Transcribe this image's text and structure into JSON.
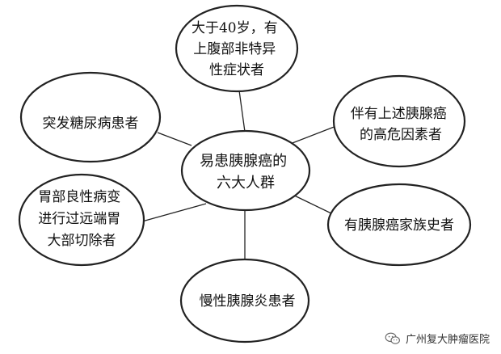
{
  "diagram": {
    "center": {
      "lines": [
        "易患胰腺癌的",
        "六大人群"
      ]
    },
    "nodes": {
      "age_over_40": {
        "lines": [
          "大于40岁，有",
          "上腹部非特异",
          "性症状者"
        ]
      },
      "sudden_diabetes": {
        "lines": [
          "突发糖尿病患者"
        ]
      },
      "high_risk_factors": {
        "lines": [
          "伴有上述胰腺癌",
          "的高危因素者"
        ]
      },
      "gastrectomy": {
        "lines": [
          "胃部良性病变",
          "进行过远端胃",
          "大部切除者"
        ]
      },
      "family_history": {
        "lines": [
          "有胰腺癌家族史者"
        ]
      },
      "chronic_pancreatitis": {
        "lines": [
          "慢性胰腺炎患者"
        ]
      }
    }
  },
  "watermark": {
    "icon": "wechat-icon",
    "text": "广州复大肿瘤医院"
  },
  "colors": {
    "stroke": "#222222",
    "text": "#111111",
    "background": "#ffffff"
  }
}
